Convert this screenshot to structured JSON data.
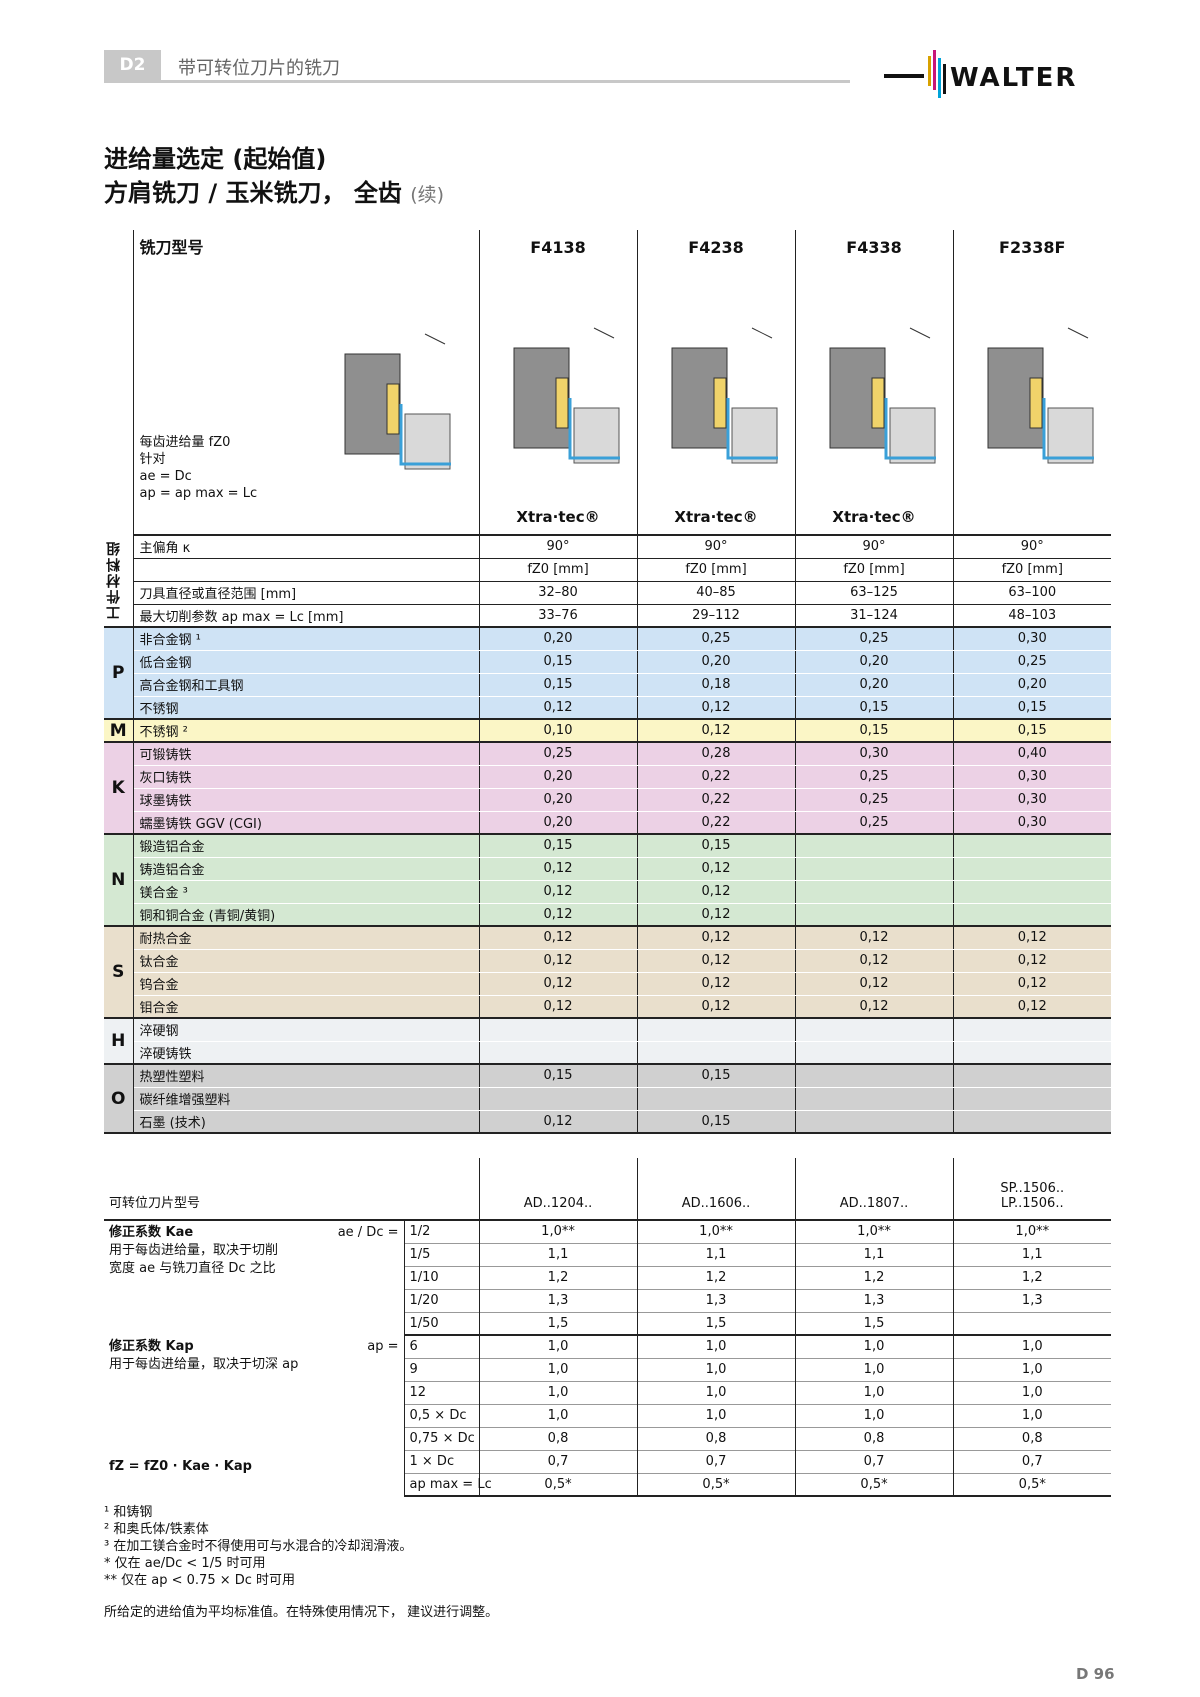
{
  "header": {
    "chapter": "D2",
    "chapter_title": "带可转位刀片的铣刀",
    "brand": "WALTER"
  },
  "title": {
    "line1": "进给量选定 (起始值)",
    "line2": "方肩铣刀 / 玉米铣刀， 全齿",
    "continued": "(续)"
  },
  "table": {
    "side_label": "工件材料组",
    "model_label": "铣刀型号",
    "tools": [
      "F4138",
      "F4238",
      "F4338",
      "F2338F"
    ],
    "xtra": [
      "Xtra·tec®",
      "Xtra·tec®",
      "Xtra·tec®",
      ""
    ],
    "ref_label_lines": [
      "每齿进给量 fZ0",
      "针对",
      "ae = Dc",
      "ap = ap max = Lc"
    ],
    "geometry": [
      {
        "label": "主偏角 κ",
        "values": [
          "90°",
          "90°",
          "90°",
          "90°"
        ]
      },
      {
        "label": "",
        "values": [
          "fZ0 [mm]",
          "fZ0 [mm]",
          "fZ0 [mm]",
          "fZ0 [mm]"
        ]
      },
      {
        "label": "刀具直径或直径范围 [mm]",
        "values": [
          "32–80",
          "40–85",
          "63–125",
          "63–100"
        ]
      },
      {
        "label": "最大切削参数 ap max = Lc [mm]",
        "values": [
          "33–76",
          "29–112",
          "31–124",
          "48–103"
        ]
      }
    ],
    "groups": [
      {
        "code": "P",
        "color": "#cfe3f5",
        "rows": [
          {
            "label": "非合金钢 ¹",
            "values": [
              "0,20",
              "0,25",
              "0,25",
              "0,30"
            ]
          },
          {
            "label": "低合金钢",
            "values": [
              "0,15",
              "0,20",
              "0,20",
              "0,25"
            ]
          },
          {
            "label": "高合金钢和工具钢",
            "values": [
              "0,15",
              "0,18",
              "0,20",
              "0,20"
            ]
          },
          {
            "label": "不锈钢",
            "values": [
              "0,12",
              "0,12",
              "0,15",
              "0,15"
            ]
          }
        ]
      },
      {
        "code": "M",
        "color": "#fbf6c6",
        "rows": [
          {
            "label": "不锈钢 ²",
            "values": [
              "0,10",
              "0,12",
              "0,15",
              "0,15"
            ]
          }
        ]
      },
      {
        "code": "K",
        "color": "#ecd1e5",
        "rows": [
          {
            "label": "可锻铸铁",
            "values": [
              "0,25",
              "0,28",
              "0,30",
              "0,40"
            ]
          },
          {
            "label": "灰口铸铁",
            "values": [
              "0,20",
              "0,22",
              "0,25",
              "0,30"
            ]
          },
          {
            "label": "球墨铸铁",
            "values": [
              "0,20",
              "0,22",
              "0,25",
              "0,30"
            ]
          },
          {
            "label": "蠕墨铸铁 GGV (CGI)",
            "values": [
              "0,20",
              "0,22",
              "0,25",
              "0,30"
            ]
          }
        ]
      },
      {
        "code": "N",
        "color": "#d4e8d2",
        "rows": [
          {
            "label": "锻造铝合金",
            "values": [
              "0,15",
              "0,15",
              "",
              ""
            ]
          },
          {
            "label": "铸造铝合金",
            "values": [
              "0,12",
              "0,12",
              "",
              ""
            ]
          },
          {
            "label": "镁合金 ³",
            "values": [
              "0,12",
              "0,12",
              "",
              ""
            ]
          },
          {
            "label": "铜和铜合金 (青铜/黄铜)",
            "values": [
              "0,12",
              "0,12",
              "",
              ""
            ]
          }
        ]
      },
      {
        "code": "S",
        "color": "#e9dfcc",
        "rows": [
          {
            "label": "耐热合金",
            "values": [
              "0,12",
              "0,12",
              "0,12",
              "0,12"
            ]
          },
          {
            "label": "钛合金",
            "values": [
              "0,12",
              "0,12",
              "0,12",
              "0,12"
            ]
          },
          {
            "label": "钨合金",
            "values": [
              "0,12",
              "0,12",
              "0,12",
              "0,12"
            ]
          },
          {
            "label": "钼合金",
            "values": [
              "0,12",
              "0,12",
              "0,12",
              "0,12"
            ]
          }
        ]
      },
      {
        "code": "H",
        "color": "#eef1f3",
        "rows": [
          {
            "label": "淬硬钢",
            "values": [
              "",
              "",
              "",
              ""
            ]
          },
          {
            "label": "淬硬铸铁",
            "values": [
              "",
              "",
              "",
              ""
            ]
          }
        ]
      },
      {
        "code": "O",
        "color": "#d0d0d0",
        "rows": [
          {
            "label": "热塑性塑料",
            "values": [
              "0,15",
              "0,15",
              "",
              ""
            ]
          },
          {
            "label": "碳纤维增强塑料",
            "values": [
              "",
              "",
              "",
              ""
            ]
          },
          {
            "label": "石墨 (技术)",
            "values": [
              "0,12",
              "0,15",
              "",
              ""
            ]
          }
        ]
      }
    ]
  },
  "inserts": {
    "label": "可转位刀片型号",
    "values": [
      "AD..1204..",
      "AD..1606..",
      "AD..1807..",
      "SP..1506.."
    ],
    "extra": [
      "",
      "",
      "",
      "LP..1506.."
    ]
  },
  "kae": {
    "title": "修正系数 Kae",
    "desc1": "用于每齿进给量，取决于切削",
    "desc2": "宽度 ae 与铣刀直径 Dc 之比",
    "prefix": "ae / Dc =",
    "rows": [
      {
        "key": "1/2",
        "values": [
          "1,0**",
          "1,0**",
          "1,0**",
          "1,0**"
        ]
      },
      {
        "key": "1/5",
        "values": [
          "1,1",
          "1,1",
          "1,1",
          "1,1"
        ]
      },
      {
        "key": "1/10",
        "values": [
          "1,2",
          "1,2",
          "1,2",
          "1,2"
        ]
      },
      {
        "key": "1/20",
        "values": [
          "1,3",
          "1,3",
          "1,3",
          "1,3"
        ]
      },
      {
        "key": "1/50",
        "values": [
          "1,5",
          "1,5",
          "1,5",
          ""
        ]
      }
    ]
  },
  "kap": {
    "title": "修正系数 Kap",
    "desc1": "用于每齿进给量，取决于切深 ap",
    "prefix": "ap =",
    "formula": "fZ = fZ0 · Kae · Kap",
    "rows": [
      {
        "key": "6",
        "values": [
          "1,0",
          "1,0",
          "1,0",
          "1,0"
        ]
      },
      {
        "key": "9",
        "values": [
          "1,0",
          "1,0",
          "1,0",
          "1,0"
        ]
      },
      {
        "key": "12",
        "values": [
          "1,0",
          "1,0",
          "1,0",
          "1,0"
        ]
      },
      {
        "key": "0,5 × Dc",
        "values": [
          "1,0",
          "1,0",
          "1,0",
          "1,0"
        ]
      },
      {
        "key": "0,75 × Dc",
        "values": [
          "0,8",
          "0,8",
          "0,8",
          "0,8"
        ]
      },
      {
        "key": "1 × Dc",
        "values": [
          "0,7",
          "0,7",
          "0,7",
          "0,7"
        ]
      },
      {
        "key": "ap max = Lc",
        "values": [
          "0,5*",
          "0,5*",
          "0,5*",
          "0,5*"
        ]
      }
    ]
  },
  "footnotes": [
    "¹ 和铸钢",
    "² 和奥氏体/铁素体",
    "³ 在加工镁合金时不得使用可与水混合的冷却润滑液。",
    "* 仅在 ae/Dc < 1/5 时可用",
    "** 仅在 ap < 0.75 × Dc 时可用"
  ],
  "note": "所给定的进给值为平均标准值。在特殊使用情况下， 建议进行调整。",
  "page_number": "D 96",
  "colors": {
    "P": "#cfe3f5",
    "M": "#fbf6c6",
    "K": "#ecd1e5",
    "N": "#d4e8d2",
    "S": "#e9dfcc",
    "H": "#eef1f3",
    "O": "#d0d0d0"
  }
}
